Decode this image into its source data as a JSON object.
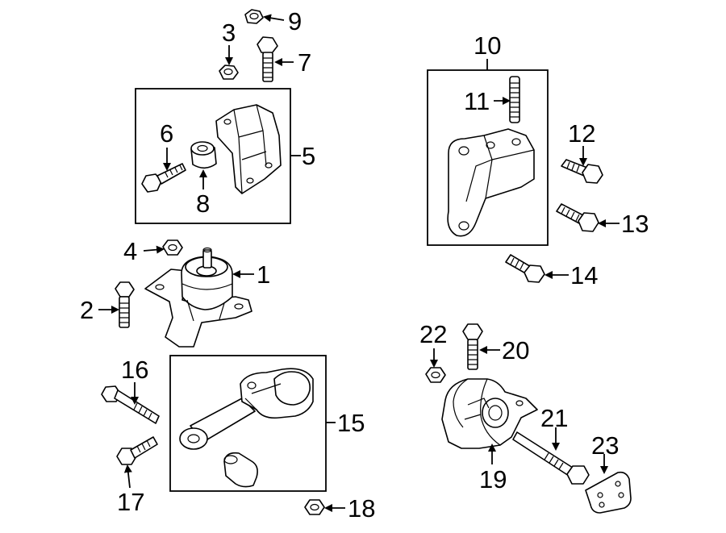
{
  "callouts": {
    "c1": "1",
    "c2": "2",
    "c3": "3",
    "c4": "4",
    "c5": "5",
    "c6": "6",
    "c7": "7",
    "c8": "8",
    "c9": "9",
    "c10": "10",
    "c11": "11",
    "c12": "12",
    "c13": "13",
    "c14": "14",
    "c15": "15",
    "c16": "16",
    "c17": "17",
    "c18": "18",
    "c19": "19",
    "c20": "20",
    "c21": "21",
    "c22": "22",
    "c23": "23"
  }
}
